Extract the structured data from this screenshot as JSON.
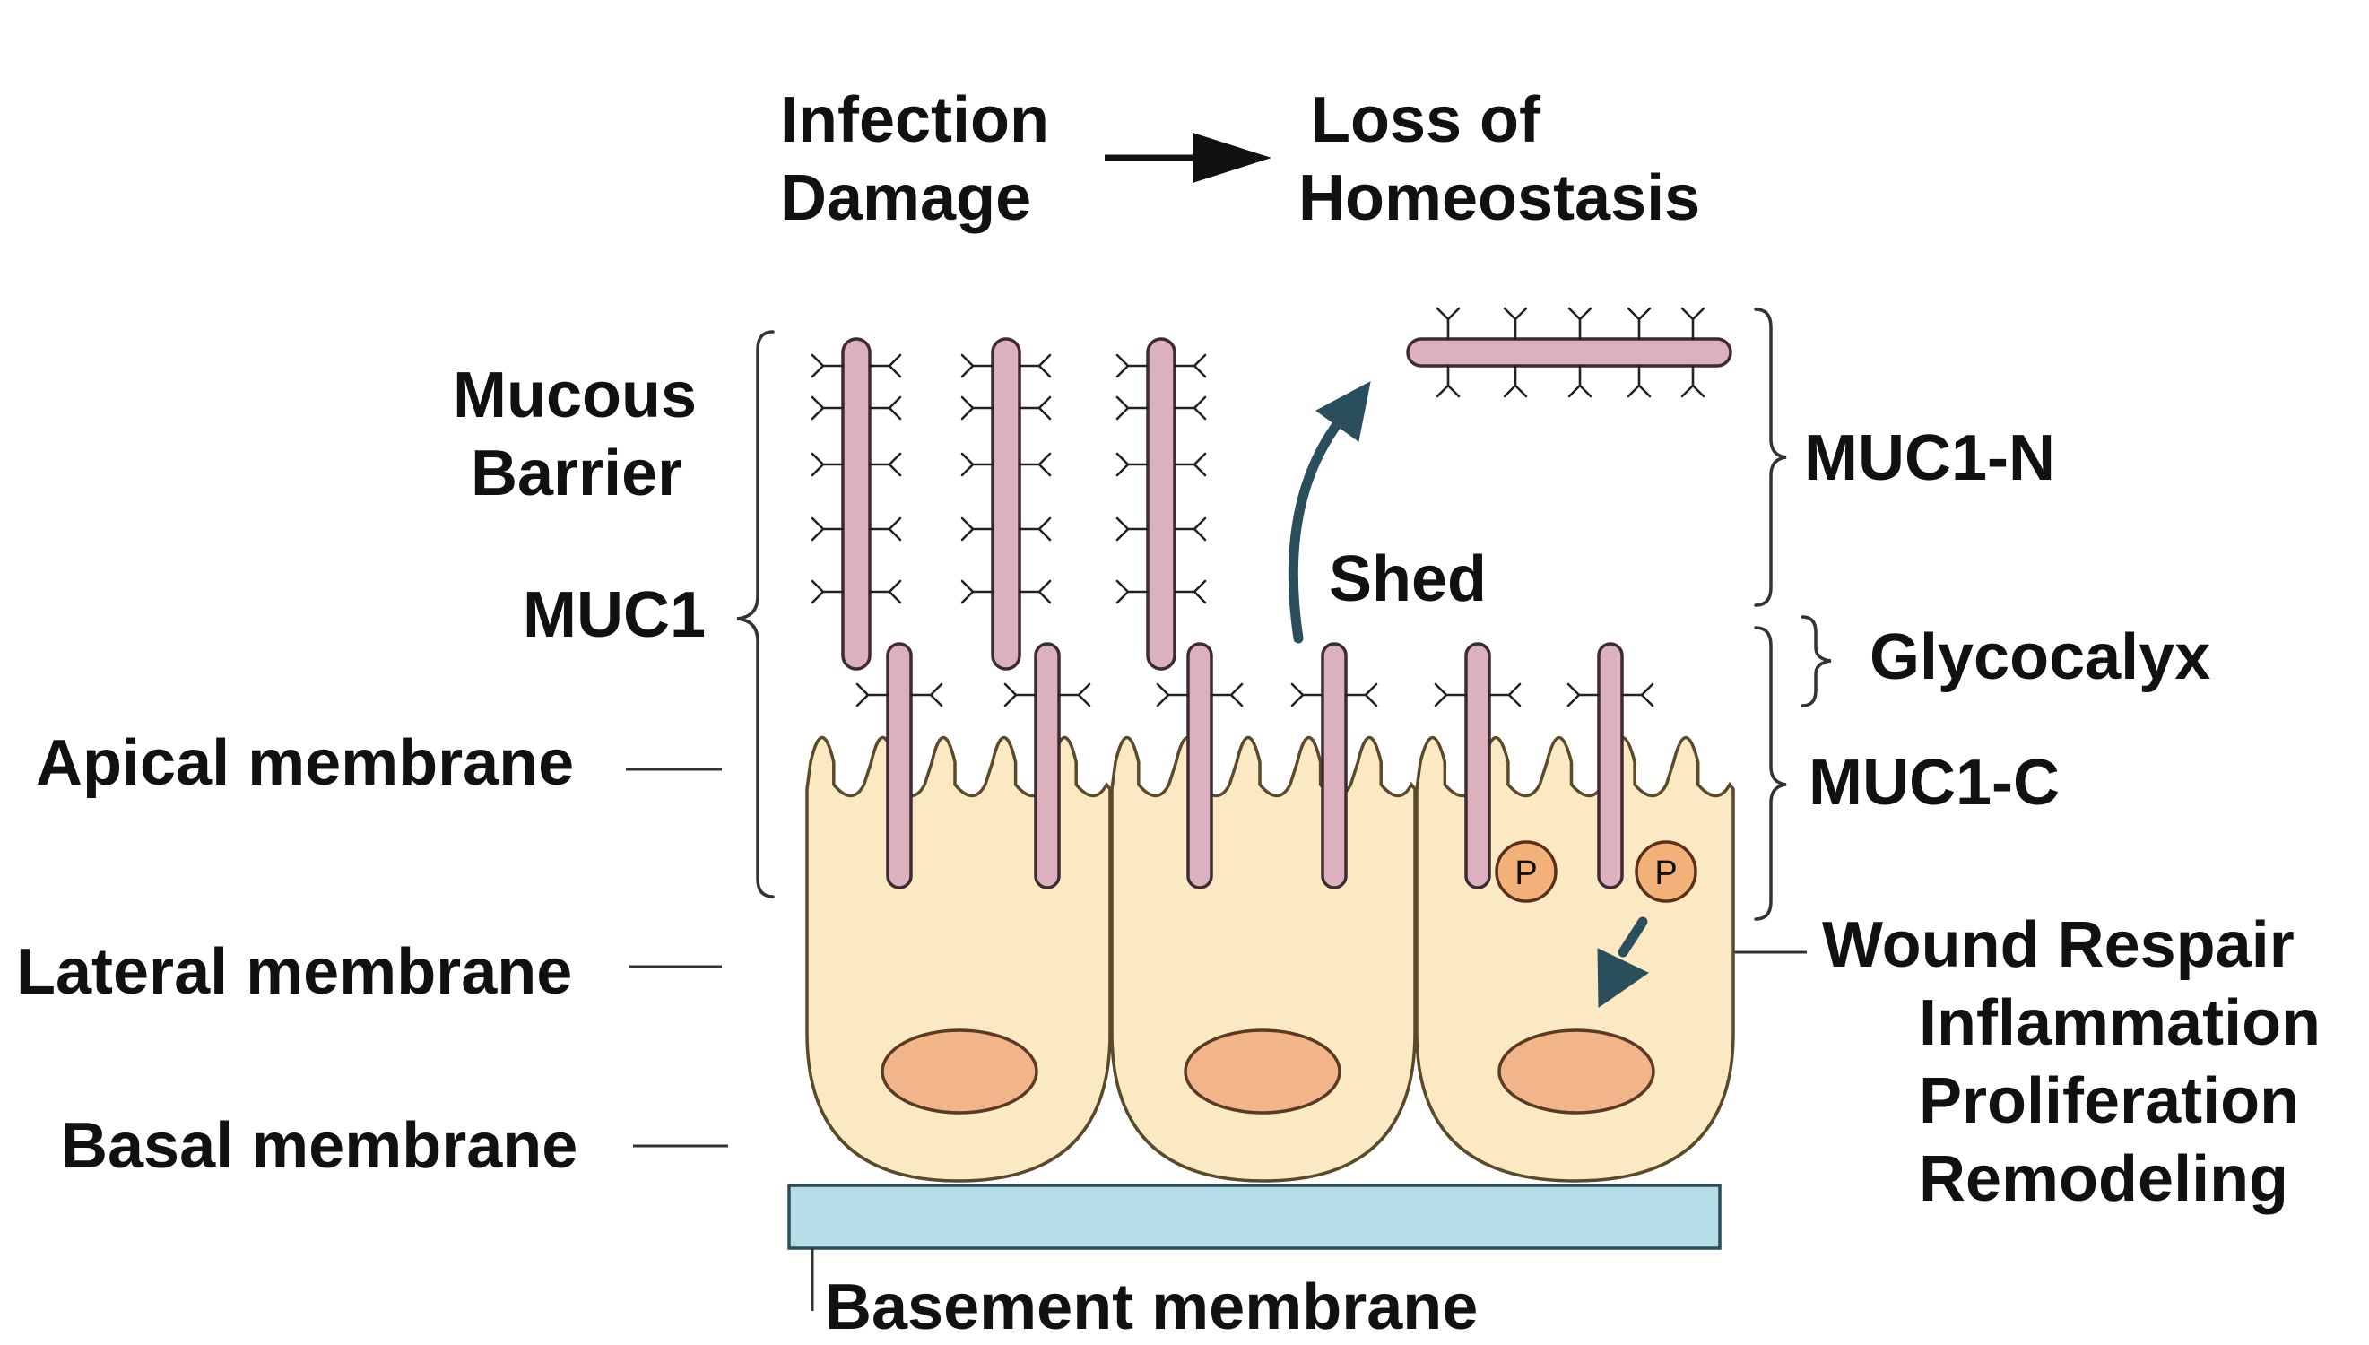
{
  "header": {
    "cause_line1": "Infection",
    "cause_line2": "Damage",
    "effect_line1": "Loss of",
    "effect_line2": "Homeostasis"
  },
  "labels_left": {
    "mucous_line1": "Mucous",
    "mucous_line2": "Barrier",
    "muc1": "MUC1",
    "apical": "Apical membrane",
    "lateral": "Lateral membrane",
    "basal": "Basal membrane"
  },
  "labels_right": {
    "muc1_n": "MUC1-N",
    "glycocalyx": "Glycocalyx",
    "muc1_c": "MUC1-C",
    "wound_repair": "Wound Respair",
    "inflammation": "Inflammation",
    "proliferation": "Proliferation",
    "remodeling": "Remodeling"
  },
  "labels_center": {
    "shed": "Shed",
    "basement": "Basement membrane",
    "phospho_a": "P",
    "phospho_b": "P"
  },
  "colors": {
    "cell_fill": "#fbe9c4",
    "nucleus_fill": "#f2b58a",
    "mucin_fill": "#dcb1be",
    "basement_fill": "#b4dde8",
    "phospho_fill": "#f3b17a",
    "arrow_color": "#2b4e5c"
  }
}
